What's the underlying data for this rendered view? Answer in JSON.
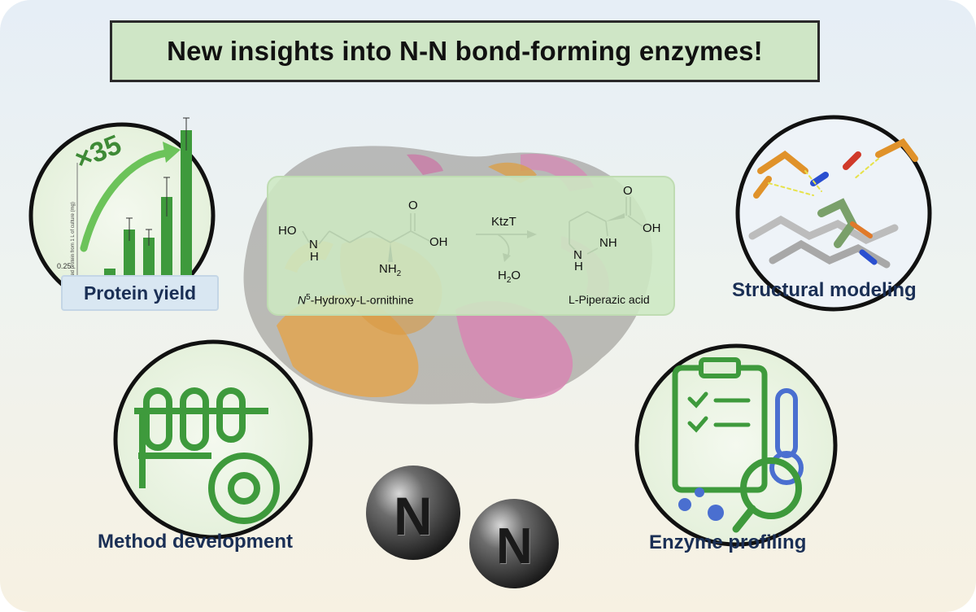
{
  "title": "New insights into N-N bond-forming enzymes!",
  "panels": {
    "protein_yield": {
      "label": "Protein yield",
      "fold": "×35",
      "axis_label": "Isolated protein from 1 L of culture (mg)",
      "tick_bottom": "0.25"
    },
    "structural_modeling": {
      "label": "Structural modeling"
    },
    "method_development": {
      "label": "Method development"
    },
    "enzyme_profiling": {
      "label": "Enzyme profiling"
    }
  },
  "reaction": {
    "substrate_name_pre": "N",
    "substrate_name_sup": "5",
    "substrate_name_post": "-Hydroxy-L-ornithine",
    "enzyme": "KtzT",
    "byproduct_main": "H",
    "byproduct_sub": "2",
    "byproduct_tail": "O",
    "product_name": "L-Piperazic acid",
    "atoms": {
      "ho": "HO",
      "n": "N",
      "h": "H",
      "o": "O",
      "oh": "OH",
      "nh2_main": "NH",
      "nh2_sub": "2",
      "nh": "NH"
    }
  },
  "nn_spheres": {
    "left": "N",
    "right": "N"
  },
  "colors": {
    "title_bg": "#cfe6c6",
    "label_text": "#1a2f55",
    "green_icon": "#3e9a3c",
    "orange_stick": "#e0922a",
    "protein_orange": "#e2a550",
    "protein_pink": "#d786b3"
  }
}
